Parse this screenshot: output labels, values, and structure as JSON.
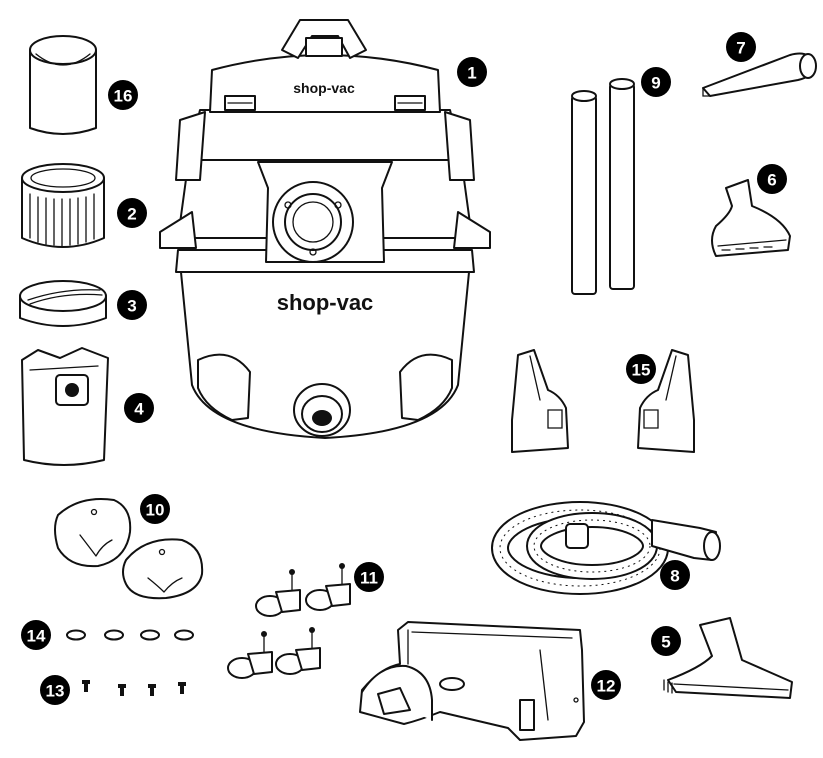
{
  "brand": {
    "lid_logo": "shop-vac",
    "tank_logo": "shop-vac"
  },
  "callouts": [
    {
      "id": "1",
      "label": "1",
      "part": "vacuum-unit"
    },
    {
      "id": "2",
      "label": "2",
      "part": "cartridge-filter"
    },
    {
      "id": "3",
      "label": "3",
      "part": "filter-retainer"
    },
    {
      "id": "4",
      "label": "4",
      "part": "collection-bag"
    },
    {
      "id": "5",
      "label": "5",
      "part": "floor-nozzle"
    },
    {
      "id": "6",
      "label": "6",
      "part": "gulper-nozzle"
    },
    {
      "id": "7",
      "label": "7",
      "part": "crevice-tool"
    },
    {
      "id": "8",
      "label": "8",
      "part": "hose"
    },
    {
      "id": "9",
      "label": "9",
      "part": "extension-wands"
    },
    {
      "id": "10",
      "label": "10",
      "part": "caster-covers"
    },
    {
      "id": "11",
      "label": "11",
      "part": "casters"
    },
    {
      "id": "12",
      "label": "12",
      "part": "caster-base"
    },
    {
      "id": "13",
      "label": "13",
      "part": "screws"
    },
    {
      "id": "14",
      "label": "14",
      "part": "washers"
    },
    {
      "id": "15",
      "label": "15",
      "part": "accessory-holders"
    },
    {
      "id": "16",
      "label": "16",
      "part": "foam-sleeve"
    }
  ]
}
